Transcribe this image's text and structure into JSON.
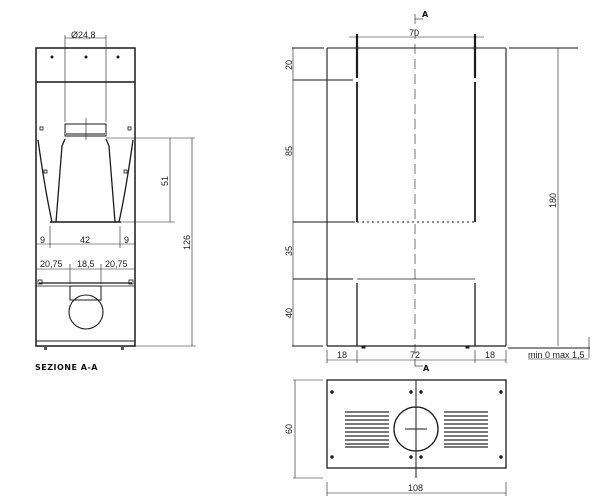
{
  "section_view": {
    "title": "SEZIONE A-A",
    "diameter": "Ø24,8",
    "dim_51": "51",
    "dim_126": "126",
    "bottom_dims": [
      "9",
      "42",
      "9"
    ],
    "lower_dims": [
      "20,75",
      "18,5",
      "20,75"
    ]
  },
  "front_view": {
    "section_marker_top": "A",
    "section_marker_bottom": "A",
    "dim_top_width": "70",
    "left_dims": [
      "20",
      "85",
      "35",
      "40"
    ],
    "dim_total_height": "180",
    "bottom_dims": [
      "18",
      "72",
      "18"
    ],
    "tolerance_note": "min 0  max 1,5"
  },
  "top_view": {
    "dim_depth": "60",
    "dim_width": "108"
  },
  "colors": {
    "line": "#1a1a1a",
    "thin_line": "#333333",
    "grille": "#777777"
  }
}
